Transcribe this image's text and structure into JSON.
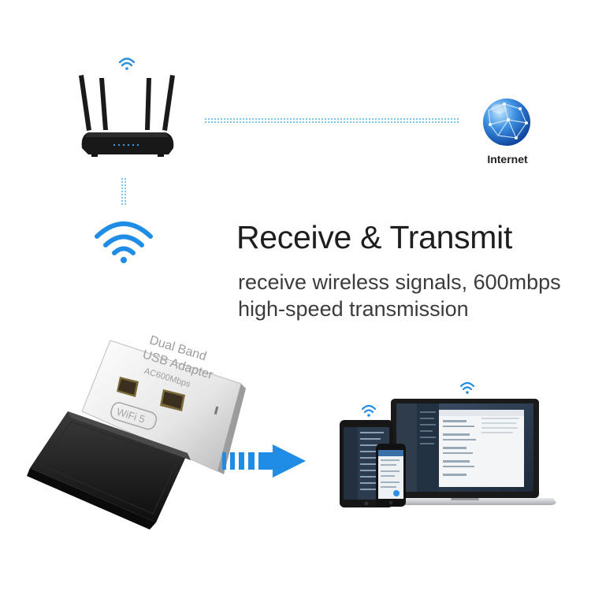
{
  "headline": "Receive & Transmit",
  "subtitle_line1": "receive wireless signals, 600mbps",
  "subtitle_line2": "high-speed transmission",
  "globe_label": "Internet",
  "adapter_print": {
    "line1": "Dual Band",
    "line2": "USB Adapter",
    "line3": "AC600Mbps",
    "badge": "WiFi 5"
  },
  "icons": {
    "router": "router-icon",
    "globe": "globe-icon",
    "wifi": "wifi-icon",
    "arrow": "arrow-right-icon"
  },
  "colors": {
    "accent_blue": "#1f8ce6",
    "link_line": "#7fc3ef",
    "router_black": "#181818",
    "text_dark": "#1e1e1e"
  }
}
